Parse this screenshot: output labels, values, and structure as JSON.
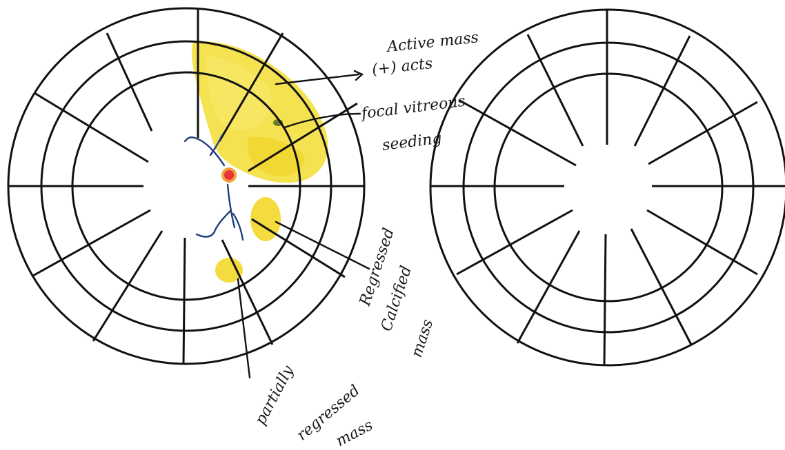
{
  "diagrams": [
    {
      "id": "left-eye-chart",
      "annotations": {
        "active_mass": [
          "Active mass",
          "(+) acts"
        ],
        "focal_vitreous": [
          "focal vitreous",
          "seeding"
        ],
        "regressed_calcified": [
          "Regressed",
          "Calcified",
          "mass"
        ],
        "partially_regressed": [
          "partially",
          "regressed",
          "mass"
        ]
      }
    },
    {
      "id": "right-eye-chart"
    }
  ],
  "colors": {
    "ink": "#111111",
    "tumor_yellow": "#f3dc2a",
    "tumor_yellow_light": "#f7e86a",
    "vessel_blue": "#1d3f7a",
    "disc_red": "#e8333a",
    "disc_orange": "#f2a03a"
  }
}
